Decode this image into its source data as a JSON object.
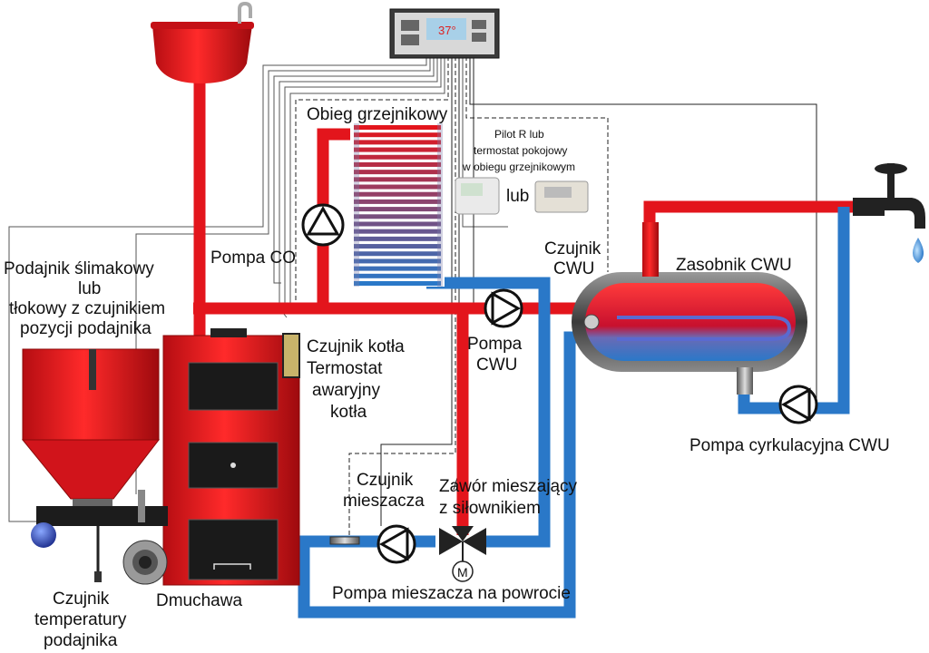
{
  "labels": {
    "radiator_circuit": "Obieg grzejnikowy",
    "pilot_line1": "Pilot R lub",
    "pilot_line2": "termostat pokojowy",
    "pilot_line3": "w obiegu grzejnikowym",
    "or": "lub",
    "pump_co": "Pompa CO",
    "feeder_line1": "Podajnik ślimakowy",
    "feeder_line2": "lub",
    "feeder_line3": "tłokowy z czujnikiem",
    "feeder_line4": "pozycji podajnika",
    "sensor_cwu_line1": "Czujnik",
    "sensor_cwu_line2": "CWU",
    "tank_cwu": "Zasobnik CWU",
    "boiler_sensor_line1": "Czujnik kotła",
    "boiler_sensor_line2": "Termostat",
    "boiler_sensor_line3": "awaryjny",
    "boiler_sensor_line4": "kotła",
    "pump_cwu_line1": "Pompa",
    "pump_cwu_line2": "CWU",
    "circulation_pump": "Pompa cyrkulacyjna CWU",
    "mixer_sensor_line1": "Czujnik",
    "mixer_sensor_line2": "mieszacza",
    "mixing_valve_line1": "Zawór mieszający",
    "mixing_valve_line2": "z siłownikiem",
    "feeder_temp_line1": "Czujnik",
    "feeder_temp_line2": "temperatury",
    "feeder_temp_line3": "podajnika",
    "blower": "Dmuchawa",
    "mixer_pump_return": "Pompa mieszacza na powrocie",
    "controller_temp": "37°",
    "motor_symbol": "M"
  },
  "colors": {
    "hot": "#e3151c",
    "cold": "#2a78c8",
    "boiler": "#e3151c",
    "boiler_dark": "#222222",
    "tank_shell": "#4a4a4a"
  }
}
